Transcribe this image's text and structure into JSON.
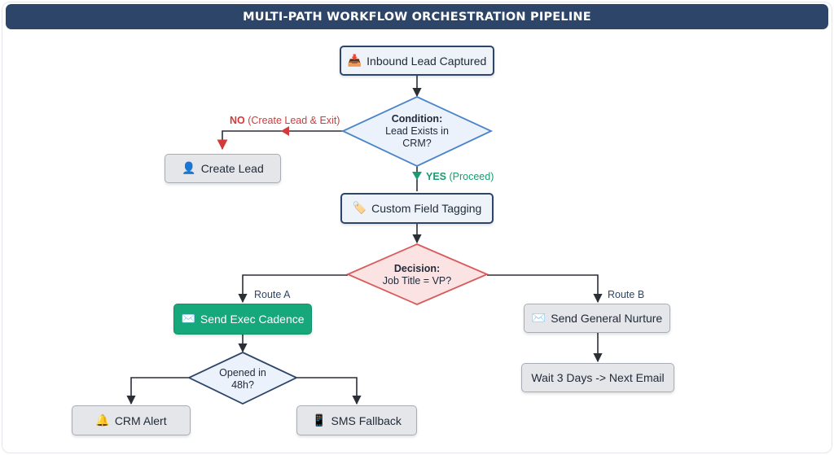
{
  "title": "MULTI-PATH WORKFLOW ORCHESTRATION PIPELINE",
  "nodes": {
    "inbound_lead": {
      "icon": "📥",
      "icon_name": "inbox-tray-icon",
      "label": "Inbound Lead Captured"
    },
    "create_lead": {
      "icon": "👤",
      "icon_name": "user-icon",
      "label": "Create Lead"
    },
    "custom_field": {
      "icon": "🏷️",
      "icon_name": "tag-icon",
      "label": "Custom Field Tagging"
    },
    "exec_cadence": {
      "icon": "✉️",
      "icon_name": "envelope-icon",
      "label": "Send Exec Cadence"
    },
    "general_nurture": {
      "icon": "✉️",
      "icon_name": "envelope-icon",
      "label": "Send General Nurture"
    },
    "wait_days": {
      "label": "Wait 3 Days -> Next Email"
    },
    "crm_alert": {
      "icon": "🔔",
      "icon_name": "bell-icon",
      "label": "CRM Alert"
    },
    "sms_fallback": {
      "icon": "📱",
      "icon_name": "mobile-phone-icon",
      "label": "SMS Fallback"
    }
  },
  "decisions": {
    "condition": {
      "heading": "Condition:",
      "line1": "Lead Exists in",
      "line2": "CRM?"
    },
    "decision": {
      "heading": "Decision:",
      "line1": "Job Title = VP?"
    },
    "opened": {
      "line1": "Opened in",
      "line2": "48h?"
    }
  },
  "edge_labels": {
    "no_strong": "NO",
    "no_rest": " (Create Lead & Exit)",
    "yes_strong": "YES",
    "yes_rest": " (Proceed)",
    "route_a": "Route A",
    "route_b": "Route B"
  },
  "colors": {
    "navy": "#2d4568",
    "blue_node_fill": "#eef3fa",
    "gray_node_fill": "#e4e6ea",
    "green_node_fill": "#16a77a",
    "condition_fill": "#ebf2fb",
    "condition_stroke": "#4a84c9",
    "decision_fill": "#fbe3e3",
    "decision_stroke": "#d95a5a",
    "opened_fill": "#ebf2fb",
    "opened_stroke": "#2d4568",
    "no_red": "#d33a3a",
    "yes_green": "#1a9b72"
  }
}
